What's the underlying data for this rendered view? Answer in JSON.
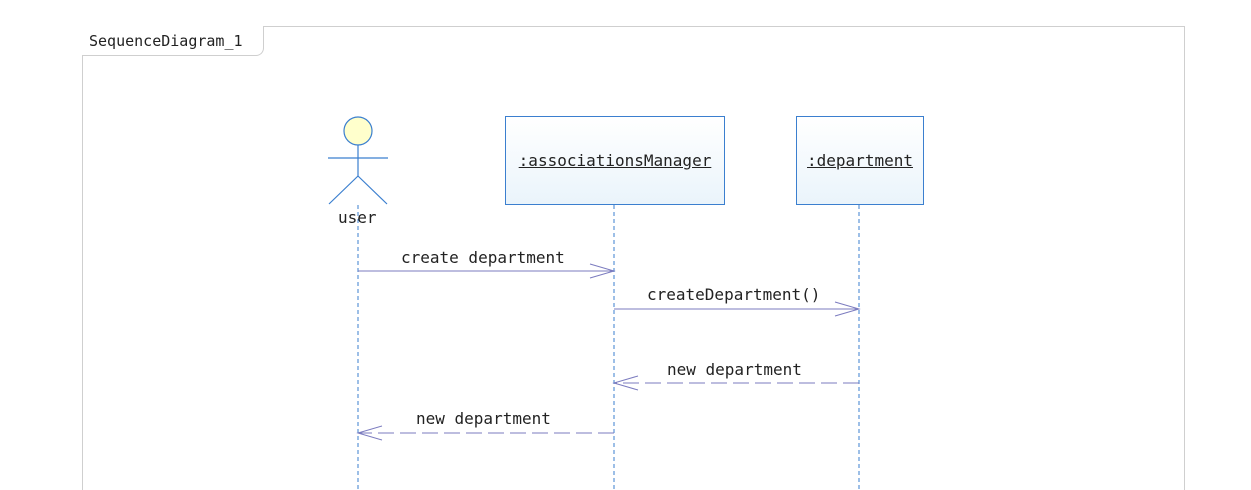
{
  "frame": {
    "title": "SequenceDiagram_1"
  },
  "lifelines": {
    "user": {
      "label": "user",
      "kind": "actor"
    },
    "manager": {
      "label": ":associationsManager",
      "kind": "object"
    },
    "department": {
      "label": ":department",
      "kind": "object"
    }
  },
  "messages": [
    {
      "label": "create department",
      "from": "user",
      "to": "manager",
      "style": "solid"
    },
    {
      "label": "createDepartment()",
      "from": "manager",
      "to": "department",
      "style": "solid"
    },
    {
      "label": "new department",
      "from": "department",
      "to": "manager",
      "style": "dashed"
    },
    {
      "label": "new department",
      "from": "manager",
      "to": "user",
      "style": "dashed"
    }
  ],
  "colors": {
    "lifeline": "#3b7fcf",
    "message": "#7b7bbf",
    "actor_head_fill": "#ffffcc",
    "frame_border": "#cfcfcf"
  }
}
